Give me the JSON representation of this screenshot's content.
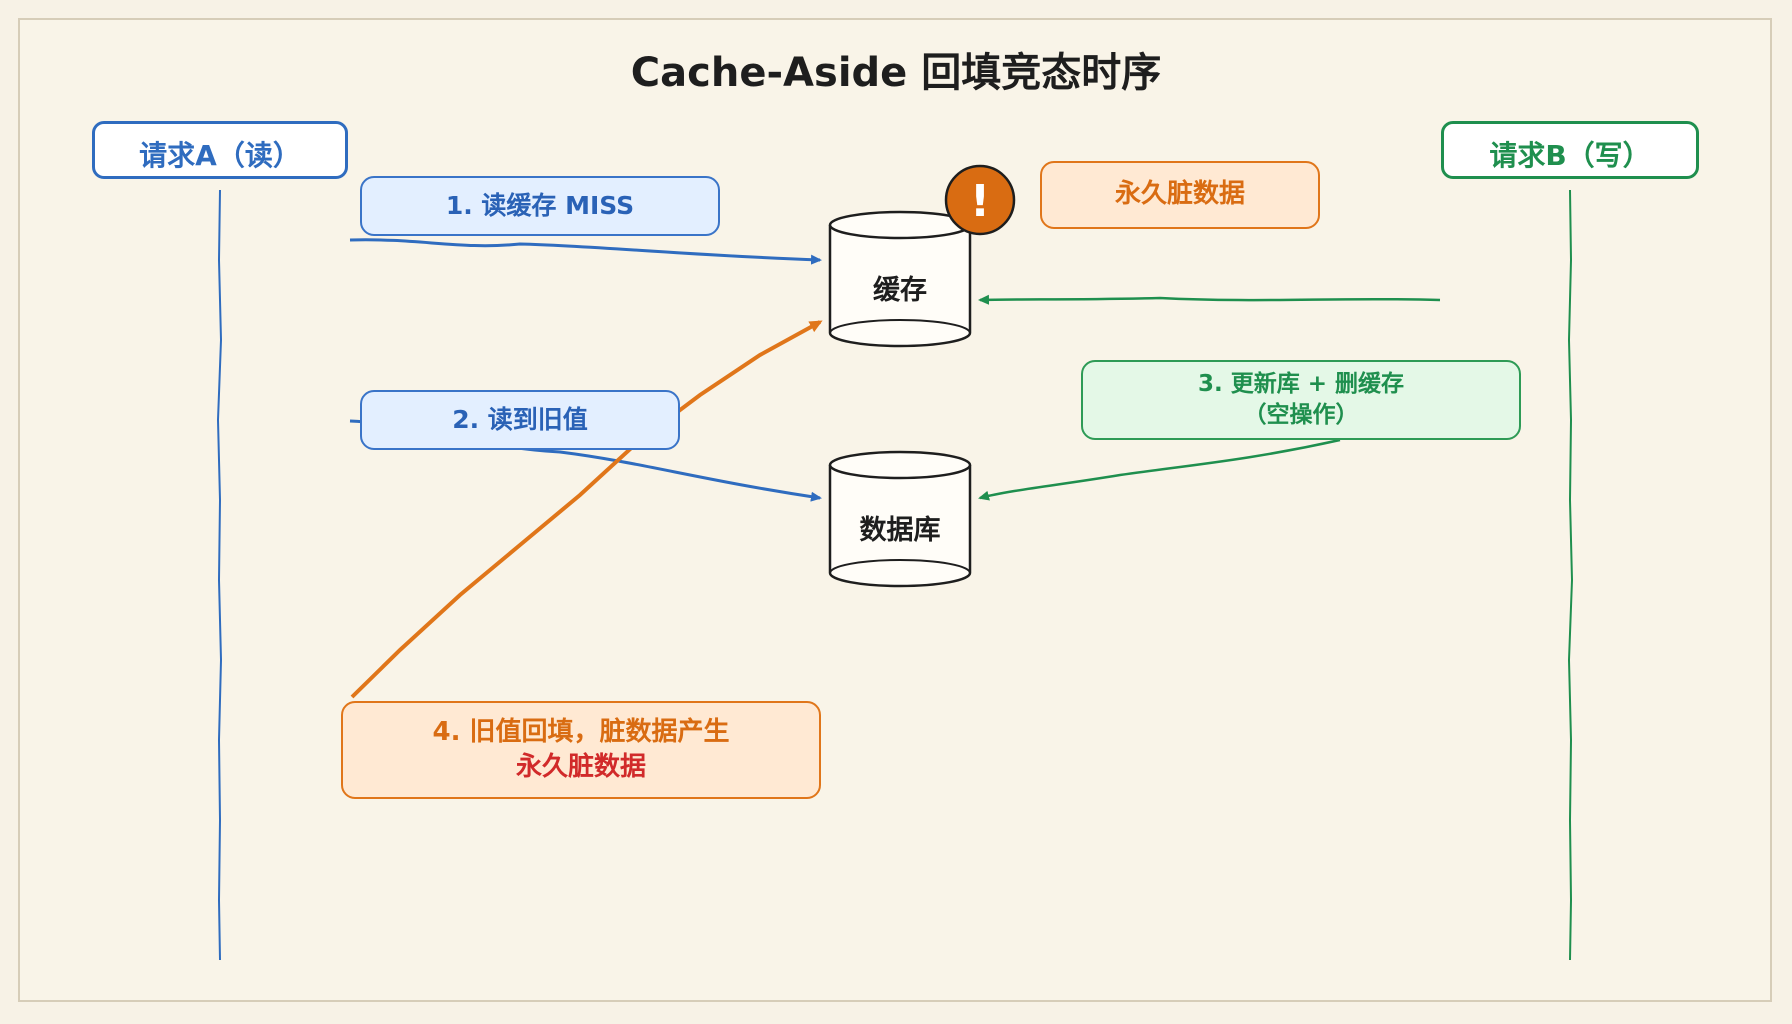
{
  "title": "Cache-Aside 回填竞态时序",
  "actors": {
    "a": "请求A（读）",
    "b": "请求B（写）"
  },
  "stores": {
    "cache": "缓存",
    "db": "数据库"
  },
  "steps": {
    "step1": "1. 读缓存 MISS",
    "step2": "2. 读到旧值",
    "step3_line1": "3. 更新库 + 删缓存",
    "step3_line2": "（空操作）",
    "step4_line1": "4. 旧值回填，脏数据产生",
    "step4_line2": "永久脏数据"
  },
  "warning": {
    "badge": "!",
    "label": "永久脏数据"
  },
  "colors": {
    "blue": "#2f6cbf",
    "green": "#1f8f4e",
    "orange": "#e0761a",
    "red": "#d12a2a"
  }
}
